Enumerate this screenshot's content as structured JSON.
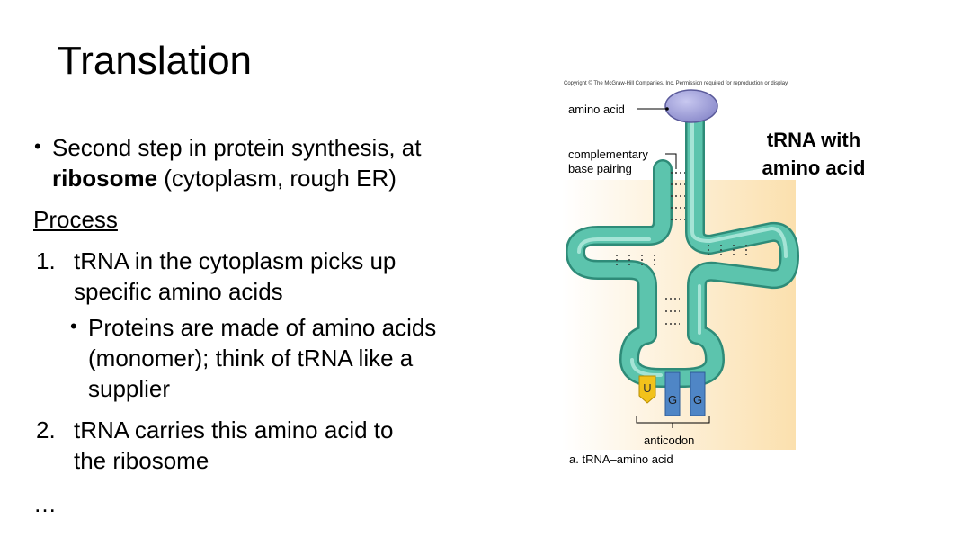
{
  "slide": {
    "title": "Translation",
    "bullet1": {
      "line1": "Second step in protein synthesis, at",
      "bold": "ribosome",
      "line2_rest": " (cytoplasm, rough ER)"
    },
    "process_heading": "Process",
    "step1": {
      "number": "1.",
      "line1": "tRNA in the cytoplasm picks up",
      "line2": "specific amino acids"
    },
    "sub_bullet": {
      "line1": "Proteins are made of amino acids",
      "line2": "(monomer); think of tRNA like a",
      "line3": "supplier"
    },
    "step2": {
      "number": "2.",
      "line1": "tRNA carries this amino acid to",
      "line2": "the ribosome"
    },
    "ellipsis": "…",
    "callout_line1": "tRNA with",
    "callout_line2": "amino acid"
  },
  "figure": {
    "copyright": "Copyright © The McGraw-Hill Companies, Inc. Permission required for reproduction or display.",
    "label_amino_acid": "amino acid",
    "label_pairing_1": "complementary",
    "label_pairing_2": "base pairing",
    "base_u": "U",
    "base_g1": "G",
    "base_g2": "G",
    "label_anticodon": "anticodon",
    "caption": "a. tRNA–amino acid",
    "colors": {
      "trna_body": "#4fb7a2",
      "trna_light": "#a8e0d2",
      "amino_acid": "#9f9fd8",
      "base_u": "#f2c21b",
      "base_g": "#4f86c6",
      "glow": "#fbe3b8"
    }
  }
}
